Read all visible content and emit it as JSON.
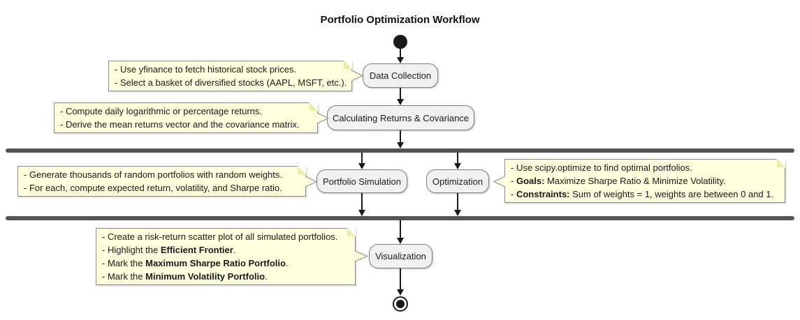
{
  "title": "Portfolio Optimization Workflow",
  "colors": {
    "note_fill": "#FEFFDD",
    "note_border": "#8A8A8A",
    "activity_fill": "#F1F1F1",
    "activity_border": "#7F7F7F",
    "bar_color": "#555555",
    "line_color": "#1A1A1A",
    "background": "#FFFFFF"
  },
  "activities": [
    {
      "label": "Data Collection"
    },
    {
      "label": "Calculating Returns & Covariance"
    },
    {
      "label": "Portfolio Simulation"
    },
    {
      "label": "Optimization"
    },
    {
      "label": "Visualization"
    }
  ],
  "notes": [
    {
      "lines": [
        {
          "pre": "- Use yfinance to fetch historical stock prices."
        },
        {
          "pre": "- Select a basket of diversified stocks (AAPL, MSFT, etc.)."
        }
      ]
    },
    {
      "lines": [
        {
          "pre": "- Compute daily logarithmic or percentage returns."
        },
        {
          "pre": "- Derive the mean returns vector and the covariance matrix."
        }
      ]
    },
    {
      "lines": [
        {
          "pre": "- Generate thousands of random portfolios with random weights."
        },
        {
          "pre": "- For each, compute expected return, volatility, and Sharpe ratio."
        }
      ]
    },
    {
      "lines": [
        {
          "pre": "- Use scipy.optimize to find optimal portfolios."
        },
        {
          "pre": "- ",
          "bold": "Goals:",
          "post": " Maximize Sharpe Ratio & Minimize Volatility."
        },
        {
          "pre": "- ",
          "bold": "Constraints:",
          "post": " Sum of weights = 1, weights are between 0 and 1."
        }
      ]
    },
    {
      "lines": [
        {
          "pre": "- Create a risk-return scatter plot of all simulated portfolios."
        },
        {
          "pre": "- Highlight the ",
          "bold": "Efficient Frontier",
          "post": "."
        },
        {
          "pre": "- Mark the ",
          "bold": "Maximum Sharpe Ratio Portfolio",
          "post": "."
        },
        {
          "pre": "- Mark the ",
          "bold": "Minimum Volatility Portfolio",
          "post": "."
        }
      ]
    }
  ]
}
